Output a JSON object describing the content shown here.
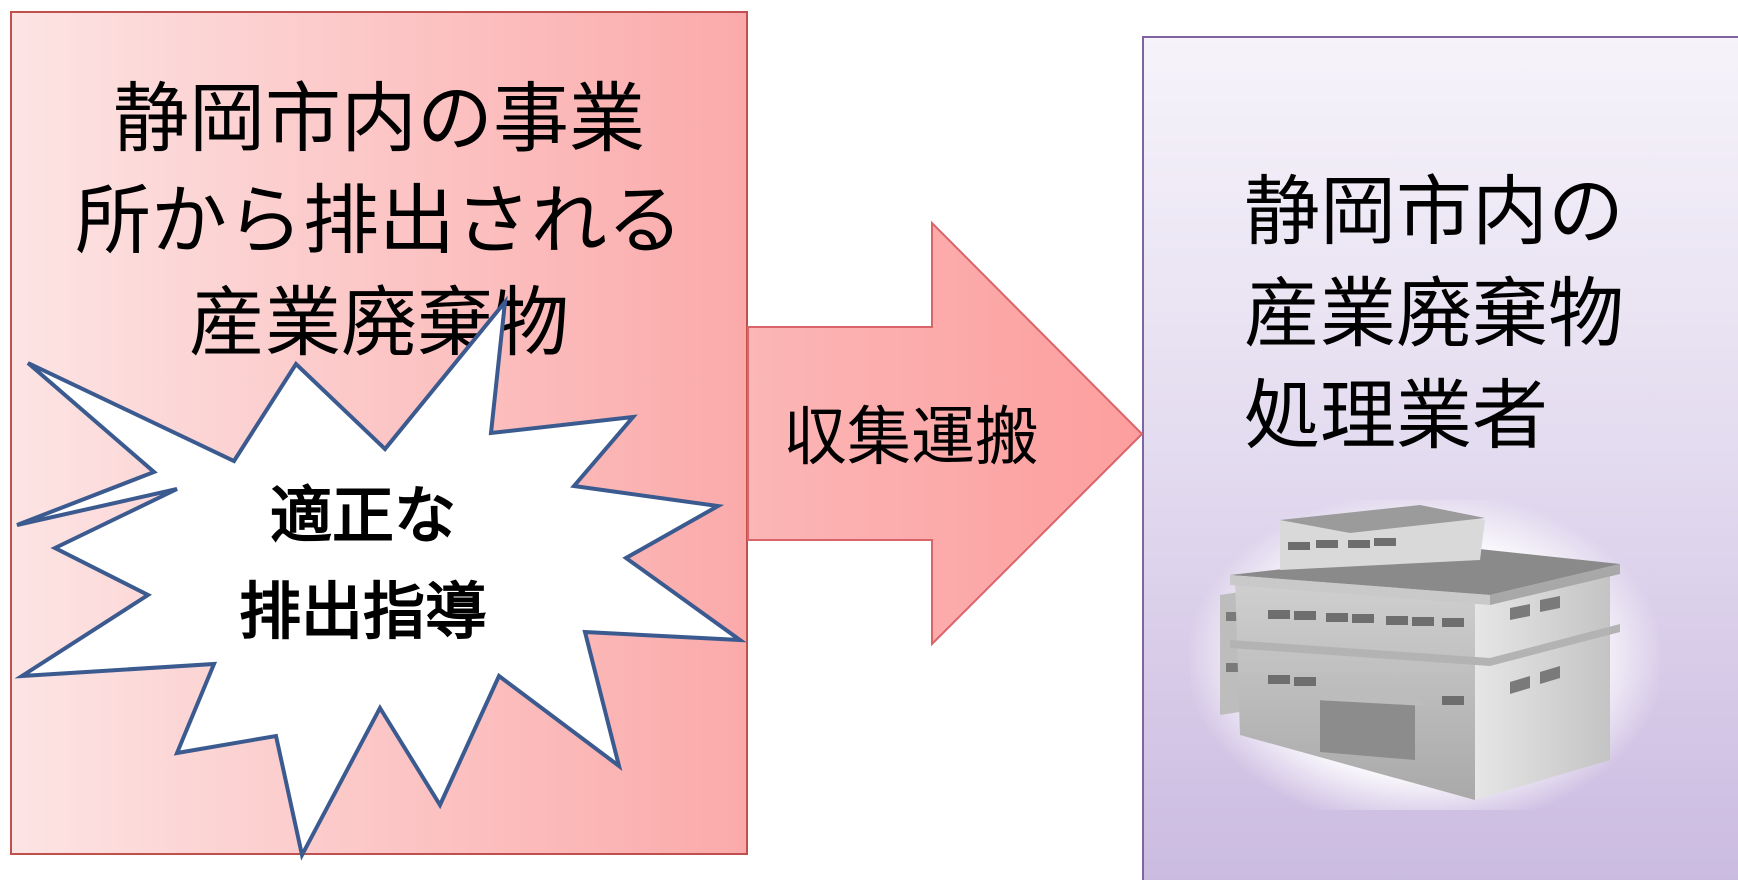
{
  "source_box": {
    "lines": [
      "静岡市内の事業",
      "所から排出される",
      "産業廃棄物"
    ]
  },
  "guidance_burst": {
    "lines": [
      "適正な",
      "排出指導"
    ]
  },
  "transport_arrow": {
    "label": "収集運搬"
  },
  "destination_box": {
    "lines": [
      "静岡市内の",
      "産業廃棄物",
      "処理業者"
    ],
    "illustration": "factory-building-icon"
  },
  "colors": {
    "source_fill": "#fbaaaa",
    "source_border": "#c0504d",
    "destination_fill": "#cbbbe1",
    "destination_border": "#8064a2",
    "burst_stroke": "#3b5a8f",
    "arrow_fill": "#fda6a6"
  }
}
